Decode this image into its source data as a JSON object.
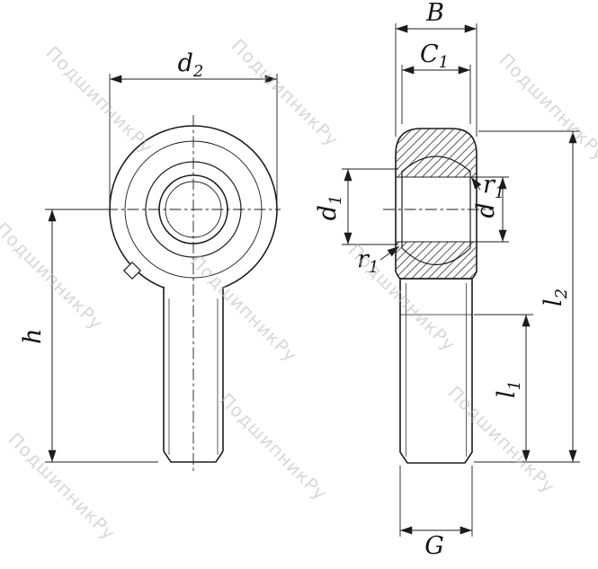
{
  "drawing": {
    "watermark_text": "ПодшипникРу",
    "labels": {
      "d2": {
        "base": "d",
        "sub": "2"
      },
      "B": {
        "base": "B",
        "sub": ""
      },
      "C1": {
        "base": "C",
        "sub": "1"
      },
      "d1": {
        "base": "d",
        "sub": "1"
      },
      "d": {
        "base": "d",
        "sub": ""
      },
      "r1": {
        "base": "r",
        "sub": "1"
      },
      "h": {
        "base": "h",
        "sub": ""
      },
      "l1": {
        "base": "l",
        "sub": "1"
      },
      "l2": {
        "base": "l",
        "sub": "2"
      },
      "G": {
        "base": "G",
        "sub": ""
      }
    },
    "colors": {
      "line": "#1c1c1c",
      "watermark": "#b9b9b9",
      "background": "#ffffff"
    }
  }
}
